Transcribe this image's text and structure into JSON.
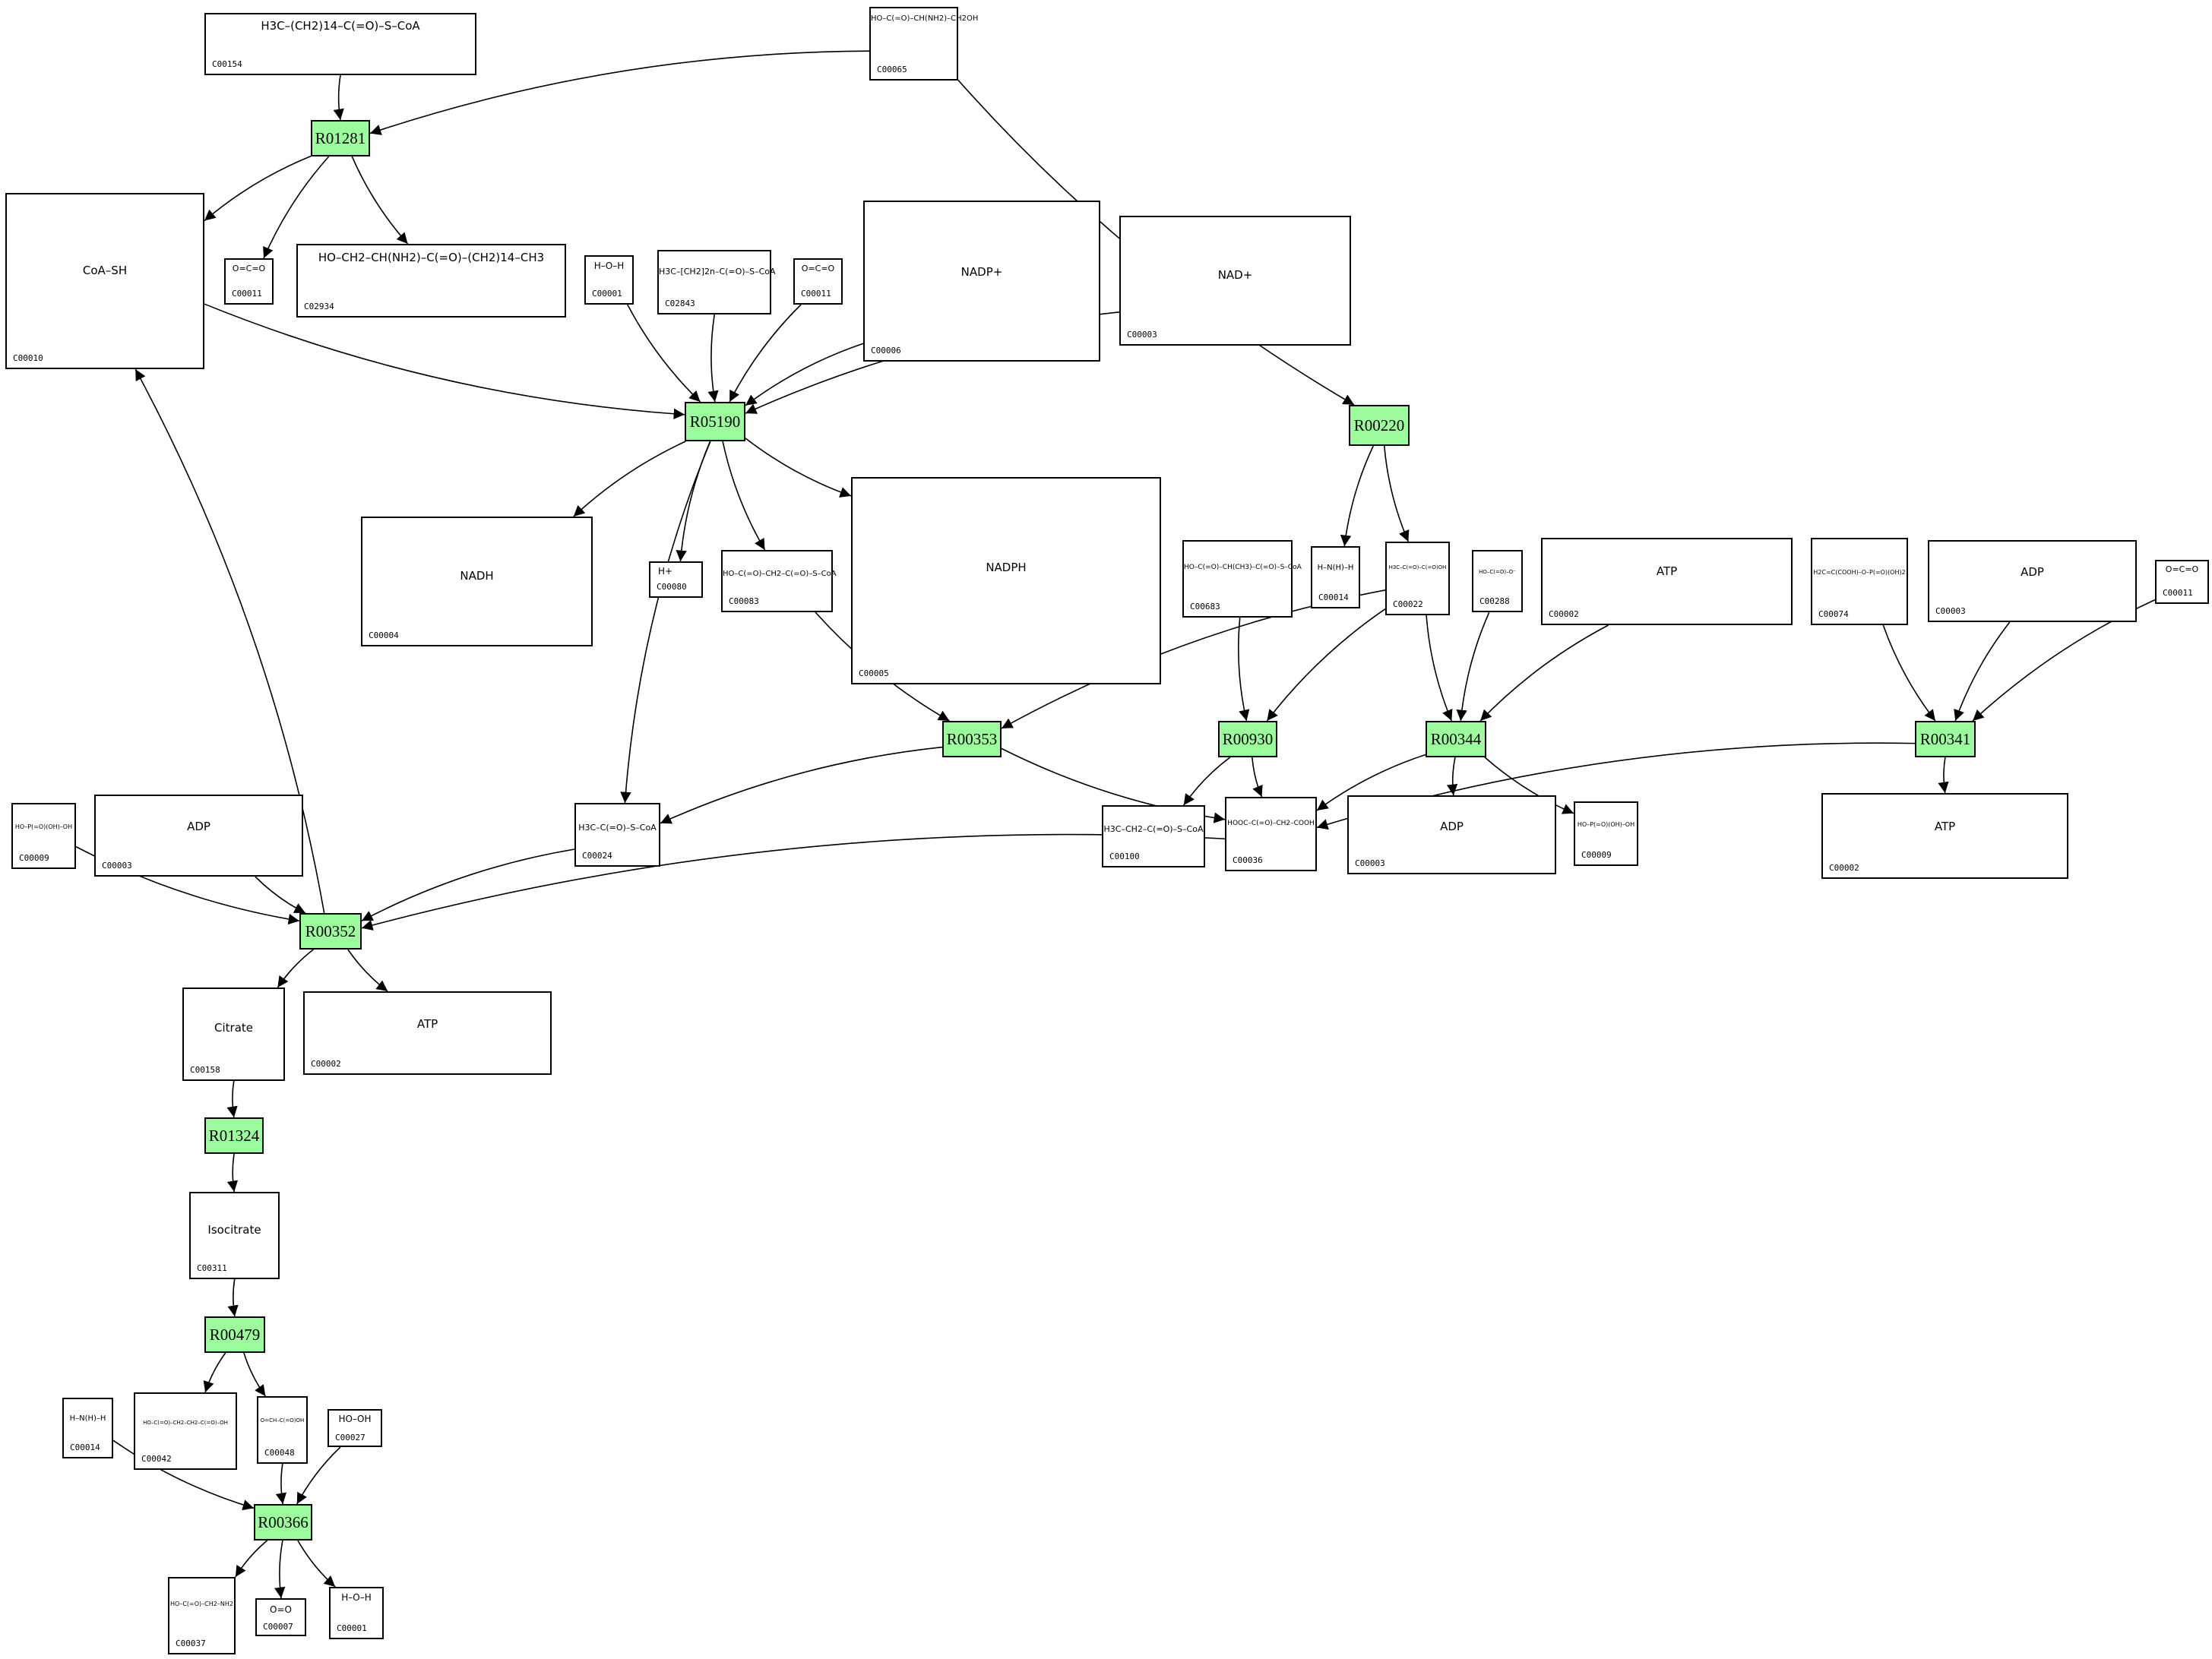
{
  "diagram": {
    "title": "Metabolic pathway graph",
    "colors": {
      "reaction_fill": "#9cfb9c",
      "edge": "#000000",
      "compound_border": "#000000"
    },
    "reactions": [
      {
        "id": "R01281"
      },
      {
        "id": "R05190"
      },
      {
        "id": "R00220"
      },
      {
        "id": "R00353"
      },
      {
        "id": "R00930"
      },
      {
        "id": "R00344"
      },
      {
        "id": "R00341"
      },
      {
        "id": "R00352"
      },
      {
        "id": "R01324"
      },
      {
        "id": "R00479"
      },
      {
        "id": "R00366"
      }
    ],
    "compounds": [
      {
        "key": "c00154",
        "id": "C00154",
        "formula": "H3C–(CH2)14–C(=O)–S–CoA"
      },
      {
        "key": "c00065",
        "id": "C00065",
        "formula": "HO–C(=O)–CH(NH2)–CH2OH"
      },
      {
        "key": "c00010",
        "id": "C00010",
        "formula": "CoA–SH"
      },
      {
        "key": "c00011a",
        "id": "C00011",
        "formula": "O=C=O"
      },
      {
        "key": "c02934",
        "id": "C02934",
        "formula": "HO–CH2–CH(NH2)–C(=O)–(CH2)14–CH3"
      },
      {
        "key": "c00001a",
        "id": "C00001",
        "formula": "H–O–H"
      },
      {
        "key": "c02843",
        "id": "C02843",
        "formula": "H3C–[CH2]2n–C(=O)–S–CoA"
      },
      {
        "key": "c00011b",
        "id": "C00011",
        "formula": "O=C=O"
      },
      {
        "key": "c00006",
        "id": "C00006",
        "formula": "NADP+"
      },
      {
        "key": "c00003a",
        "id": "C00003",
        "formula": "NAD+"
      },
      {
        "key": "c00004",
        "id": "C00004",
        "formula": "NADH"
      },
      {
        "key": "c00080",
        "id": "C00080",
        "formula": "H+"
      },
      {
        "key": "c00083",
        "id": "C00083",
        "formula": "HO–C(=O)–CH2–C(=O)–S–CoA"
      },
      {
        "key": "c00005",
        "id": "C00005",
        "formula": "NADPH"
      },
      {
        "key": "c00683",
        "id": "C00683",
        "formula": "HO–C(=O)–CH(CH3)–C(=O)–S–CoA"
      },
      {
        "key": "c00014a",
        "id": "C00014",
        "formula": "H–N(H)–H"
      },
      {
        "key": "c00022",
        "id": "C00022",
        "formula": "H3C–C(=O)–C(=O)OH"
      },
      {
        "key": "c00288",
        "id": "C00288",
        "formula": "HO–C(=O)–O⁻"
      },
      {
        "key": "c00002a",
        "id": "C00002",
        "formula": "ATP"
      },
      {
        "key": "c00074",
        "id": "C00074",
        "formula": "H2C=C(COOH)–O–P(=O)(OH)2"
      },
      {
        "key": "c00003b",
        "id": "C00003",
        "formula": "ADP"
      },
      {
        "key": "c00011c",
        "id": "C00011",
        "formula": "O=C=O"
      },
      {
        "key": "c00009a",
        "id": "C00009",
        "formula": "HO–P(=O)(OH)–OH"
      },
      {
        "key": "c00003c",
        "id": "C00003",
        "formula": "ADP"
      },
      {
        "key": "c00024",
        "id": "C00024",
        "formula": "H3C–C(=O)–S–CoA"
      },
      {
        "key": "c00100",
        "id": "C00100",
        "formula": "H3C–CH2–C(=O)–S–CoA"
      },
      {
        "key": "c00036",
        "id": "C00036",
        "formula": "HOOC–C(=O)–CH2–COOH"
      },
      {
        "key": "c00003d",
        "id": "C00003",
        "formula": "ADP"
      },
      {
        "key": "c00009b",
        "id": "C00009",
        "formula": "HO–P(=O)(OH)–OH"
      },
      {
        "key": "c00002b",
        "id": "C00002",
        "formula": "ATP"
      },
      {
        "key": "c00158",
        "id": "C00158",
        "formula": "Citrate"
      },
      {
        "key": "c00002c",
        "id": "C00002",
        "formula": "ATP"
      },
      {
        "key": "c00311",
        "id": "C00311",
        "formula": "Isocitrate"
      },
      {
        "key": "c00014b",
        "id": "C00014",
        "formula": "H–N(H)–H"
      },
      {
        "key": "c00042",
        "id": "C00042",
        "formula": "HO–C(=O)–CH2–CH2–C(=O)–OH"
      },
      {
        "key": "c00048",
        "id": "C00048",
        "formula": "O=CH–C(=O)OH"
      },
      {
        "key": "c00027",
        "id": "C00027",
        "formula": "HO–OH"
      },
      {
        "key": "c00037",
        "id": "C00037",
        "formula": "HO–C(=O)–CH2–NH2"
      },
      {
        "key": "c00007",
        "id": "C00007",
        "formula": "O=O"
      },
      {
        "key": "c00001b",
        "id": "C00001",
        "formula": "H–O–H"
      }
    ],
    "edges": [
      [
        "c00154",
        "R01281"
      ],
      [
        "c00065",
        "R01281"
      ],
      [
        "R01281",
        "c00010"
      ],
      [
        "R01281",
        "c00011a"
      ],
      [
        "R01281",
        "c02934"
      ],
      [
        "c00065",
        "R00220"
      ],
      [
        "c00010",
        "R05190"
      ],
      [
        "c00001a",
        "R05190"
      ],
      [
        "c02843",
        "R05190"
      ],
      [
        "c00011b",
        "R05190"
      ],
      [
        "c00006",
        "R05190"
      ],
      [
        "c00003a",
        "R05190"
      ],
      [
        "R05190",
        "c00004"
      ],
      [
        "R05190",
        "c00080"
      ],
      [
        "R05190",
        "c00083"
      ],
      [
        "R05190",
        "c00005"
      ],
      [
        "R05190",
        "c00024"
      ],
      [
        "R00220",
        "c00014a"
      ],
      [
        "R00220",
        "c00022"
      ],
      [
        "c00083",
        "R00353"
      ],
      [
        "c00022",
        "R00353"
      ],
      [
        "R00353",
        "c00024"
      ],
      [
        "R00353",
        "c00036"
      ],
      [
        "c00683",
        "R00930"
      ],
      [
        "c00022",
        "R00930"
      ],
      [
        "R00930",
        "c00100"
      ],
      [
        "R00930",
        "c00036"
      ],
      [
        "c00022",
        "R00344"
      ],
      [
        "c00288",
        "R00344"
      ],
      [
        "c00002a",
        "R00344"
      ],
      [
        "R00344",
        "c00036"
      ],
      [
        "R00344",
        "c00003d"
      ],
      [
        "R00344",
        "c00009b"
      ],
      [
        "c00074",
        "R00341"
      ],
      [
        "c00003b",
        "R00341"
      ],
      [
        "c00011c",
        "R00341"
      ],
      [
        "R00341",
        "c00036"
      ],
      [
        "R00341",
        "c00002b"
      ],
      [
        "c00009a",
        "R00352"
      ],
      [
        "c00003c",
        "R00352"
      ],
      [
        "c00024",
        "R00352"
      ],
      [
        "c00036",
        "R00352"
      ],
      [
        "R00352",
        "c00010"
      ],
      [
        "R00352",
        "c00158"
      ],
      [
        "R00352",
        "c00002c"
      ],
      [
        "c00158",
        "R01324"
      ],
      [
        "R01324",
        "c00311"
      ],
      [
        "c00311",
        "R00479"
      ],
      [
        "R00479",
        "c00042"
      ],
      [
        "R00479",
        "c00048"
      ],
      [
        "c00014b",
        "R00366"
      ],
      [
        "c00048",
        "R00366"
      ],
      [
        "c00027",
        "R00366"
      ],
      [
        "R00366",
        "c00037"
      ],
      [
        "R00366",
        "c00007"
      ],
      [
        "R00366",
        "c00001b"
      ]
    ]
  }
}
